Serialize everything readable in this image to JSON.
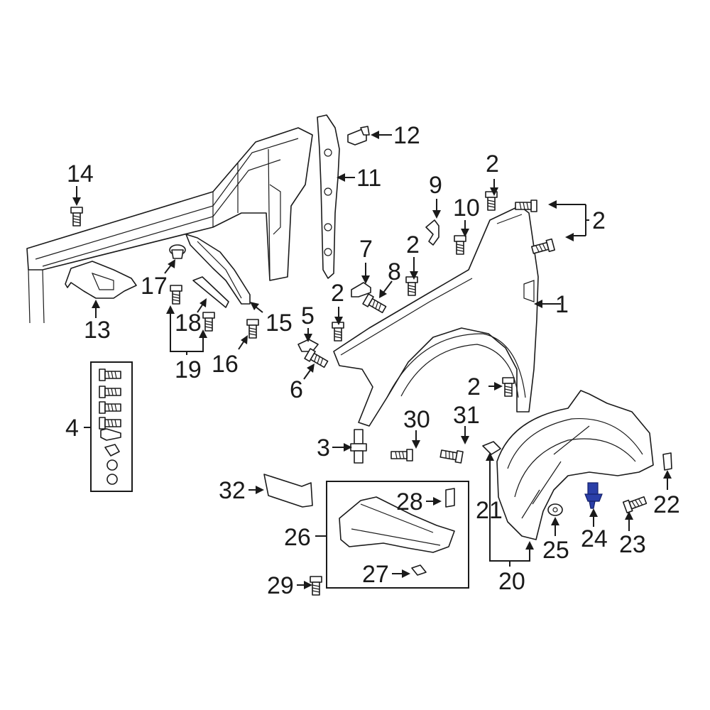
{
  "diagram": {
    "labels": [
      "1",
      "2",
      "3",
      "4",
      "5",
      "6",
      "7",
      "8",
      "9",
      "10",
      "11",
      "12",
      "13",
      "14",
      "15",
      "16",
      "17",
      "18",
      "19",
      "20",
      "21",
      "22",
      "23",
      "24",
      "25",
      "26",
      "27",
      "28",
      "29",
      "30",
      "31",
      "32"
    ],
    "highlight_color": "#2a3fa8",
    "highlighted_part": "24"
  }
}
